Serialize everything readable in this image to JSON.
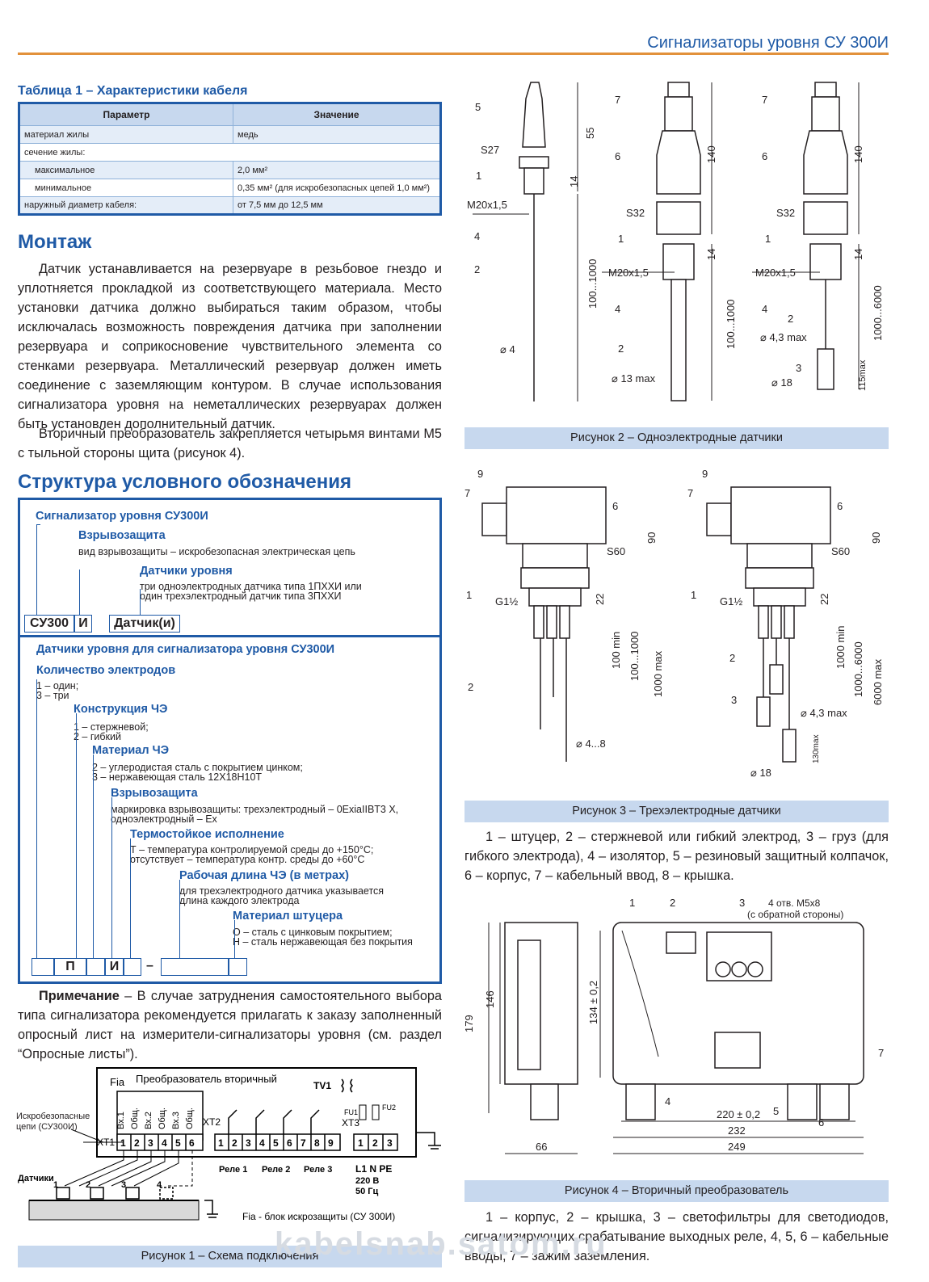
{
  "header": {
    "title": "Сигнализаторы уровня СУ 300И"
  },
  "table1": {
    "caption": "Таблица 1 – Характеристики кабеля",
    "headers": [
      "Параметр",
      "Значение"
    ],
    "rows": [
      [
        "материал жилы",
        "медь"
      ],
      [
        "сечение жилы:",
        ""
      ],
      [
        "максимальное",
        "2,0 мм²"
      ],
      [
        "минимальное",
        "0,35 мм² (для искробезопасных цепей 1,0 мм²)"
      ],
      [
        "наружный диаметр кабеля:",
        "от 7,5 мм до 12,5 мм"
      ]
    ]
  },
  "montazh": {
    "title": "Монтаж",
    "p1": "Датчик устанавливается на резервуаре в резьбовое гнездо и уплотняется прокладкой из соответствующего материала. Место установки датчика должно выбираться таким образом, чтобы исключалась возможность повреждения датчика при заполнении резервуара и соприкосновение чувствительного элемента со стенками резервуара. Металлический резервуар должен иметь соединение с заземляющим контуром. В случае использования сигнализатора уровня на неметаллических резервуарах должен быть установлен дополнительный датчик.",
    "p2": "Вторичный преобразователь закрепляется четырьмя винтами М5 с тыльной стороны щита (рисунок 4)."
  },
  "structure": {
    "title": "Структура условного обозначения",
    "top": {
      "h1": "Сигнализатор уровня СУ300И",
      "h2": "Взрывозащита",
      "t2": "вид взрывозащиты – искробезопасная электрическая цепь",
      "h3": "Датчики уровня",
      "t3a": "три одноэлектродных датчика типа 1ПХХИ или",
      "t3b": "один трехэлектродный датчик типа 3ПХХИ",
      "cell1": "СУ300",
      "cell2": "И",
      "cell3": "Датчик(и)"
    },
    "bottom": {
      "h0": "Датчики уровня для сигнализатора уровня СУ300И",
      "h1": "Количество электродов",
      "t1a": "1 – один;",
      "t1b": "3 – три",
      "h2": "Конструкция ЧЭ",
      "t2a": "1 – стержневой;",
      "t2b": "2 – гибкий",
      "h3": "Материал ЧЭ",
      "t3a": "2 – углеродистая сталь с покрытием цинком;",
      "t3b": "3 – нержавеющая сталь 12Х18Н10Т",
      "h4": "Взрывозащита",
      "t4a": "маркировка взрывозащиты: трехэлектродный – 0ExiaIIBT3 X,",
      "t4b": "одноэлектродный – Ex",
      "h5": "Термостойкое исполнение",
      "t5a": "Т – температура контролируемой среды до +150°С;",
      "t5b": "отсутствует – температура контр. среды до +60°С",
      "h6": "Рабочая длина ЧЭ (в метрах)",
      "t6a": "для трехэлектродного датчика указывается",
      "t6b": "длина каждого электрода",
      "h7": "Материал штуцера",
      "t7a": "О – сталь с цинковым покрытием;",
      "t7b": "Н – сталь нержавеющая без покрытия",
      "cellP": "П",
      "cellI": "И",
      "dash": "–"
    }
  },
  "note": {
    "label": "Примечание",
    "text": " – В случае затруднения самостоятельного выбора типа сигнализатора рекомендуется прилагать к заказу заполненный опросный лист на измерители-сигнализаторы уровня (см. раздел “Опросные листы”)."
  },
  "fig1": {
    "caption": "Рисунок 1 – Схема подключения",
    "fia": "Fia",
    "conv": "Преобразователь вторичный",
    "tv1": "TV1",
    "fu1": "FU1",
    "fu2": "FU2",
    "xt1": "XT1",
    "xt2": "XT2",
    "xt3": "XT3",
    "intrinsic": "Искробезопасные цепи (СУ300И)",
    "sensors": "Датчики",
    "inputs": [
      "Вх.1",
      "Общ.",
      "Вх.2",
      "Общ.",
      "Вх.3",
      "Общ."
    ],
    "relay1": "Реле 1",
    "relay2": "Реле 2",
    "relay3": "Реле 3",
    "power": "L1 N PE",
    "volt": "220 В",
    "freq": "50 Гц",
    "fia_note": "Fia - блок искрозащиты (СУ 300И)"
  },
  "fig2": {
    "caption": "Рисунок 2 – Одноэлектродные датчики"
  },
  "fig3": {
    "caption": "Рисунок 3 – Трехэлектродные датчики",
    "legend": "1 – штуцер, 2 – стержневой или гибкий электрод, 3 – груз (для гибкого электрода), 4 – изолятор, 5 – резиновый защитный колпачок, 6 – корпус, 7 – кабельный ввод, 8 – крышка."
  },
  "fig4": {
    "caption": "Рисунок 4 – Вторичный преобразователь",
    "legend": "1 – корпус, 2 – крышка, 3 – светофильтры для светодиодов, сигнализирующих срабатывание выходных реле, 4, 5, 6 – кабельные вводы, 7 – зажим заземления.",
    "holes": "4 отв. М5х8",
    "holes2": "(с обратной стороны)"
  },
  "watermark": "kabelsnab.satom.ru",
  "colors": {
    "accent": "#1f5aa6",
    "rule": "#e2913b",
    "caption_bg": "#c7d8ee"
  }
}
